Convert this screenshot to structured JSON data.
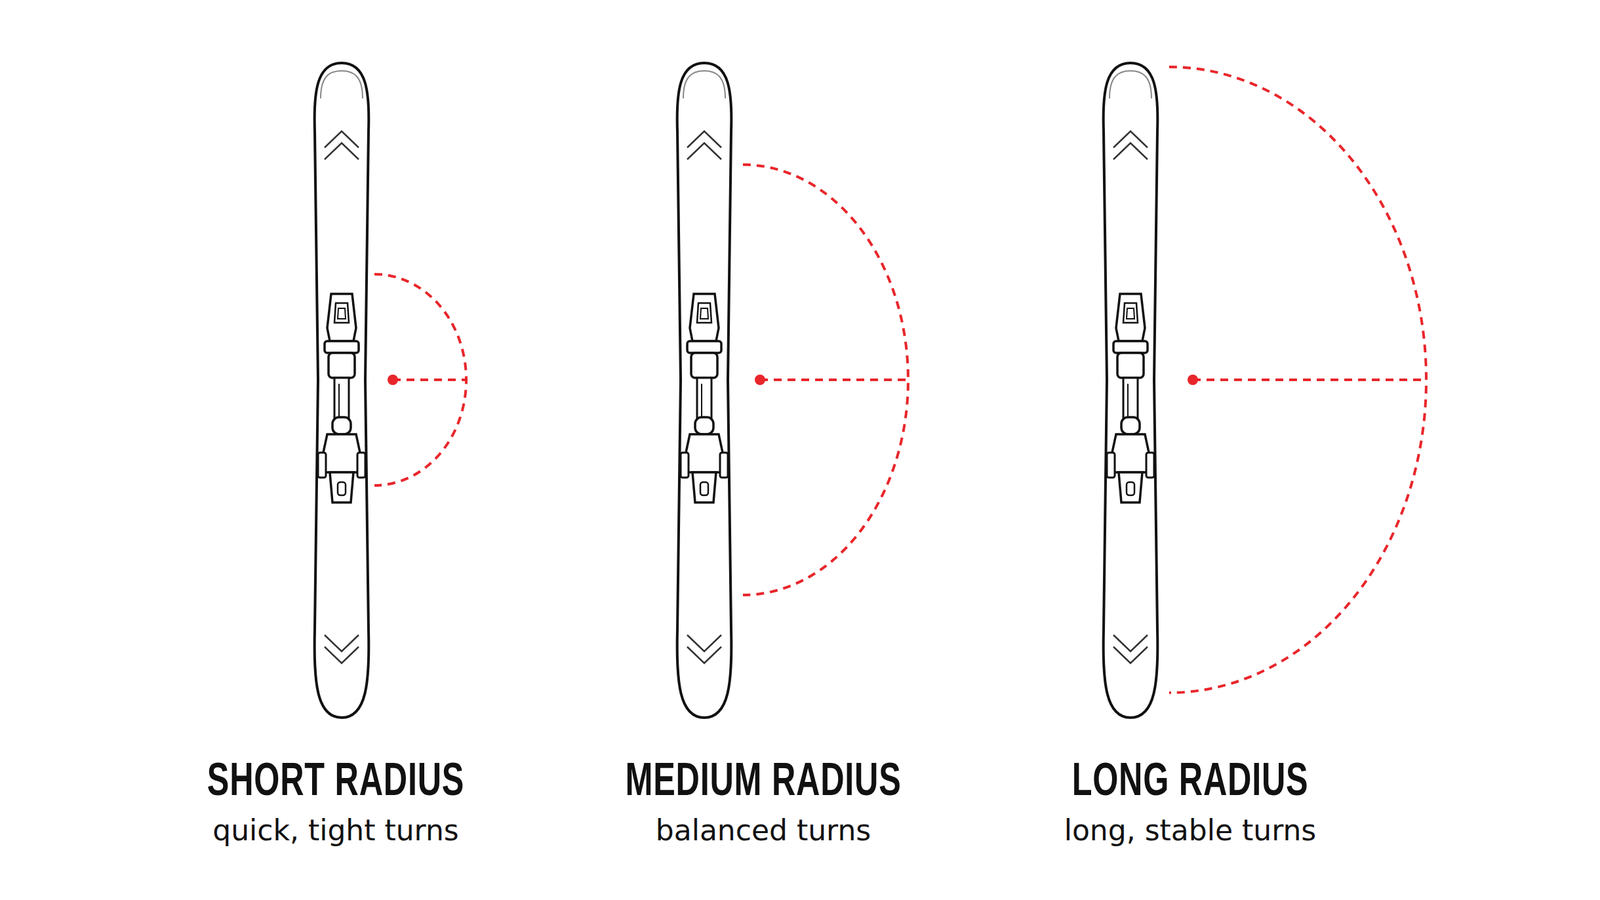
{
  "diagram": {
    "labels": [
      "SHORT RADIUS",
      "quick, tight turns",
      "MEDIUM RADIUS",
      "balanced turns",
      "LONG RADIUS",
      "long, stable turns"
    ]
  }
}
